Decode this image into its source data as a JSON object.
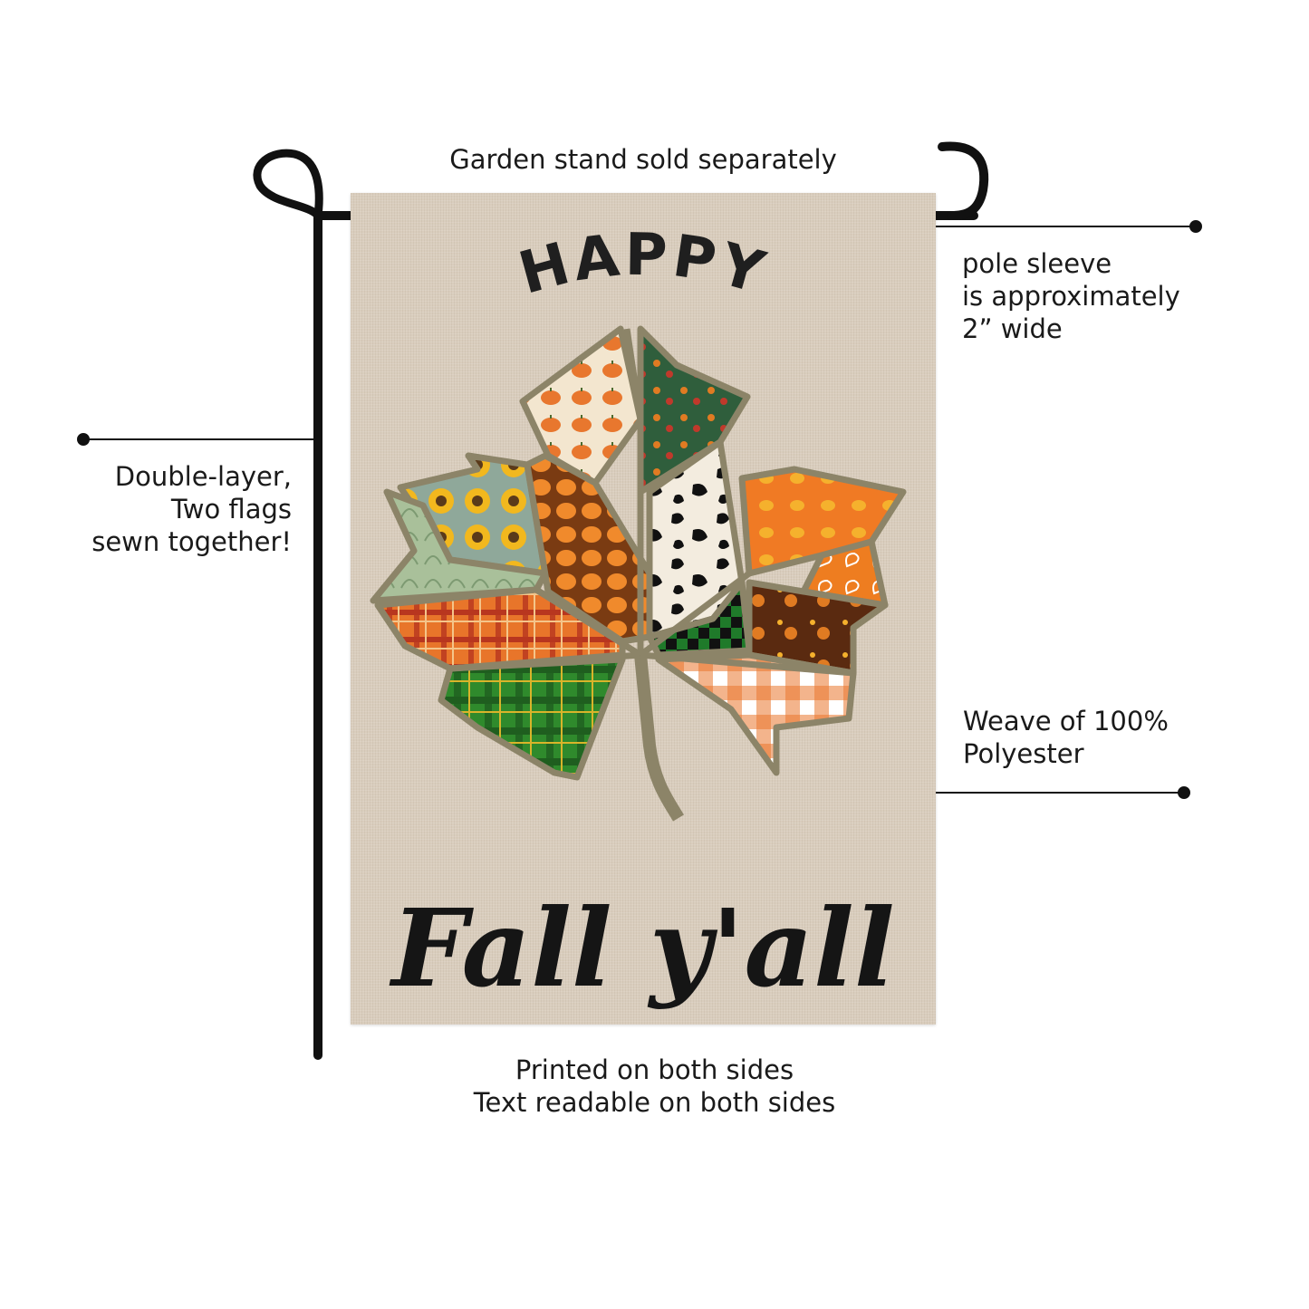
{
  "callouts": {
    "stand_note": "Garden stand sold separately",
    "sleeve": [
      "pole sleeve",
      "is approximately",
      "2” wide"
    ],
    "layers": [
      "Double-layer,",
      "Two flags",
      "sewn together!"
    ],
    "material": [
      "Weave of 100%",
      "Polyester"
    ],
    "printing": [
      "Printed on both sides",
      "Text readable on both sides"
    ]
  },
  "flag": {
    "top_text": "HAPPY",
    "bottom_text": "Fall y'all",
    "background_color": "#d9cdbd",
    "stitch_color": "#8c8468"
  },
  "colors": {
    "stand": "#111111",
    "leader_line": "#111111",
    "pumpkin_orange": "#e36a1c",
    "plaid_green": "#2f8a2c",
    "plaid_red": "#c0392b",
    "gingham_orange": "#e8772e"
  }
}
